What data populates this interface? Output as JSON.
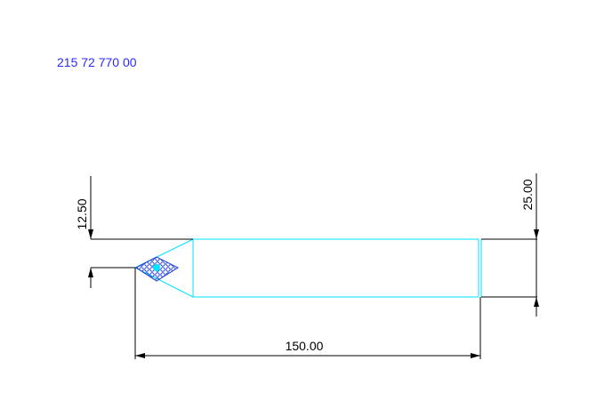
{
  "drawing": {
    "part_number": "215 72 770 00",
    "dimensions": {
      "tip_offset": "12.50",
      "shank_diameter": "25.00",
      "overall_length": "150.00"
    },
    "colors": {
      "part_number_text": "#2b2bff",
      "outline": "#00e5ff",
      "insert_hatch": "#1f3bd1",
      "dimension_lines": "#000000",
      "background": "#ffffff"
    }
  }
}
